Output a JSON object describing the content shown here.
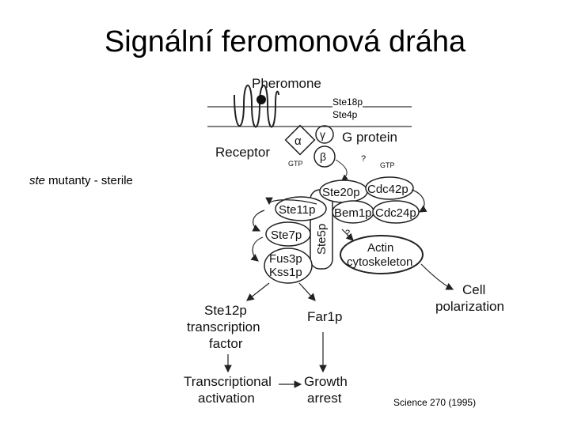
{
  "slide": {
    "title": "Signální feromonová dráha",
    "ste18p": "Ste18p",
    "ste4p": "Ste4p",
    "mutant_italic": "ste",
    "mutant_rest": " mutanty - sterile",
    "citation": "Science 270 (1995)"
  },
  "diagram": {
    "pheromone": "Pheromone",
    "receptor": "Receptor",
    "alpha": "α",
    "gamma": "γ",
    "beta": "β",
    "g_protein": "G protein",
    "gtp_left": "GTP",
    "gtp_right": "GTP",
    "q1": "?",
    "q2": "?",
    "ste20p": "Ste20p",
    "cdc42p": "Cdc42p",
    "ste11p": "Ste11p",
    "bem1p": "Bem1p",
    "cdc24p": "Cdc24p",
    "ste7p": "Ste7p",
    "ste5p": "Ste5p",
    "actin_1": "Actin",
    "actin_2": "cytoskeleton",
    "fus3p": "Fus3p",
    "kss1p": "Kss1p",
    "cell_1": "Cell",
    "cell_2": "polarization",
    "ste12p_1": "Ste12p",
    "ste12p_2": "transcription",
    "ste12p_3": "factor",
    "far1p": "Far1p",
    "trans_1": "Transcriptional",
    "trans_2": "activation",
    "growth_1": "Growth",
    "growth_2": "arrest"
  }
}
